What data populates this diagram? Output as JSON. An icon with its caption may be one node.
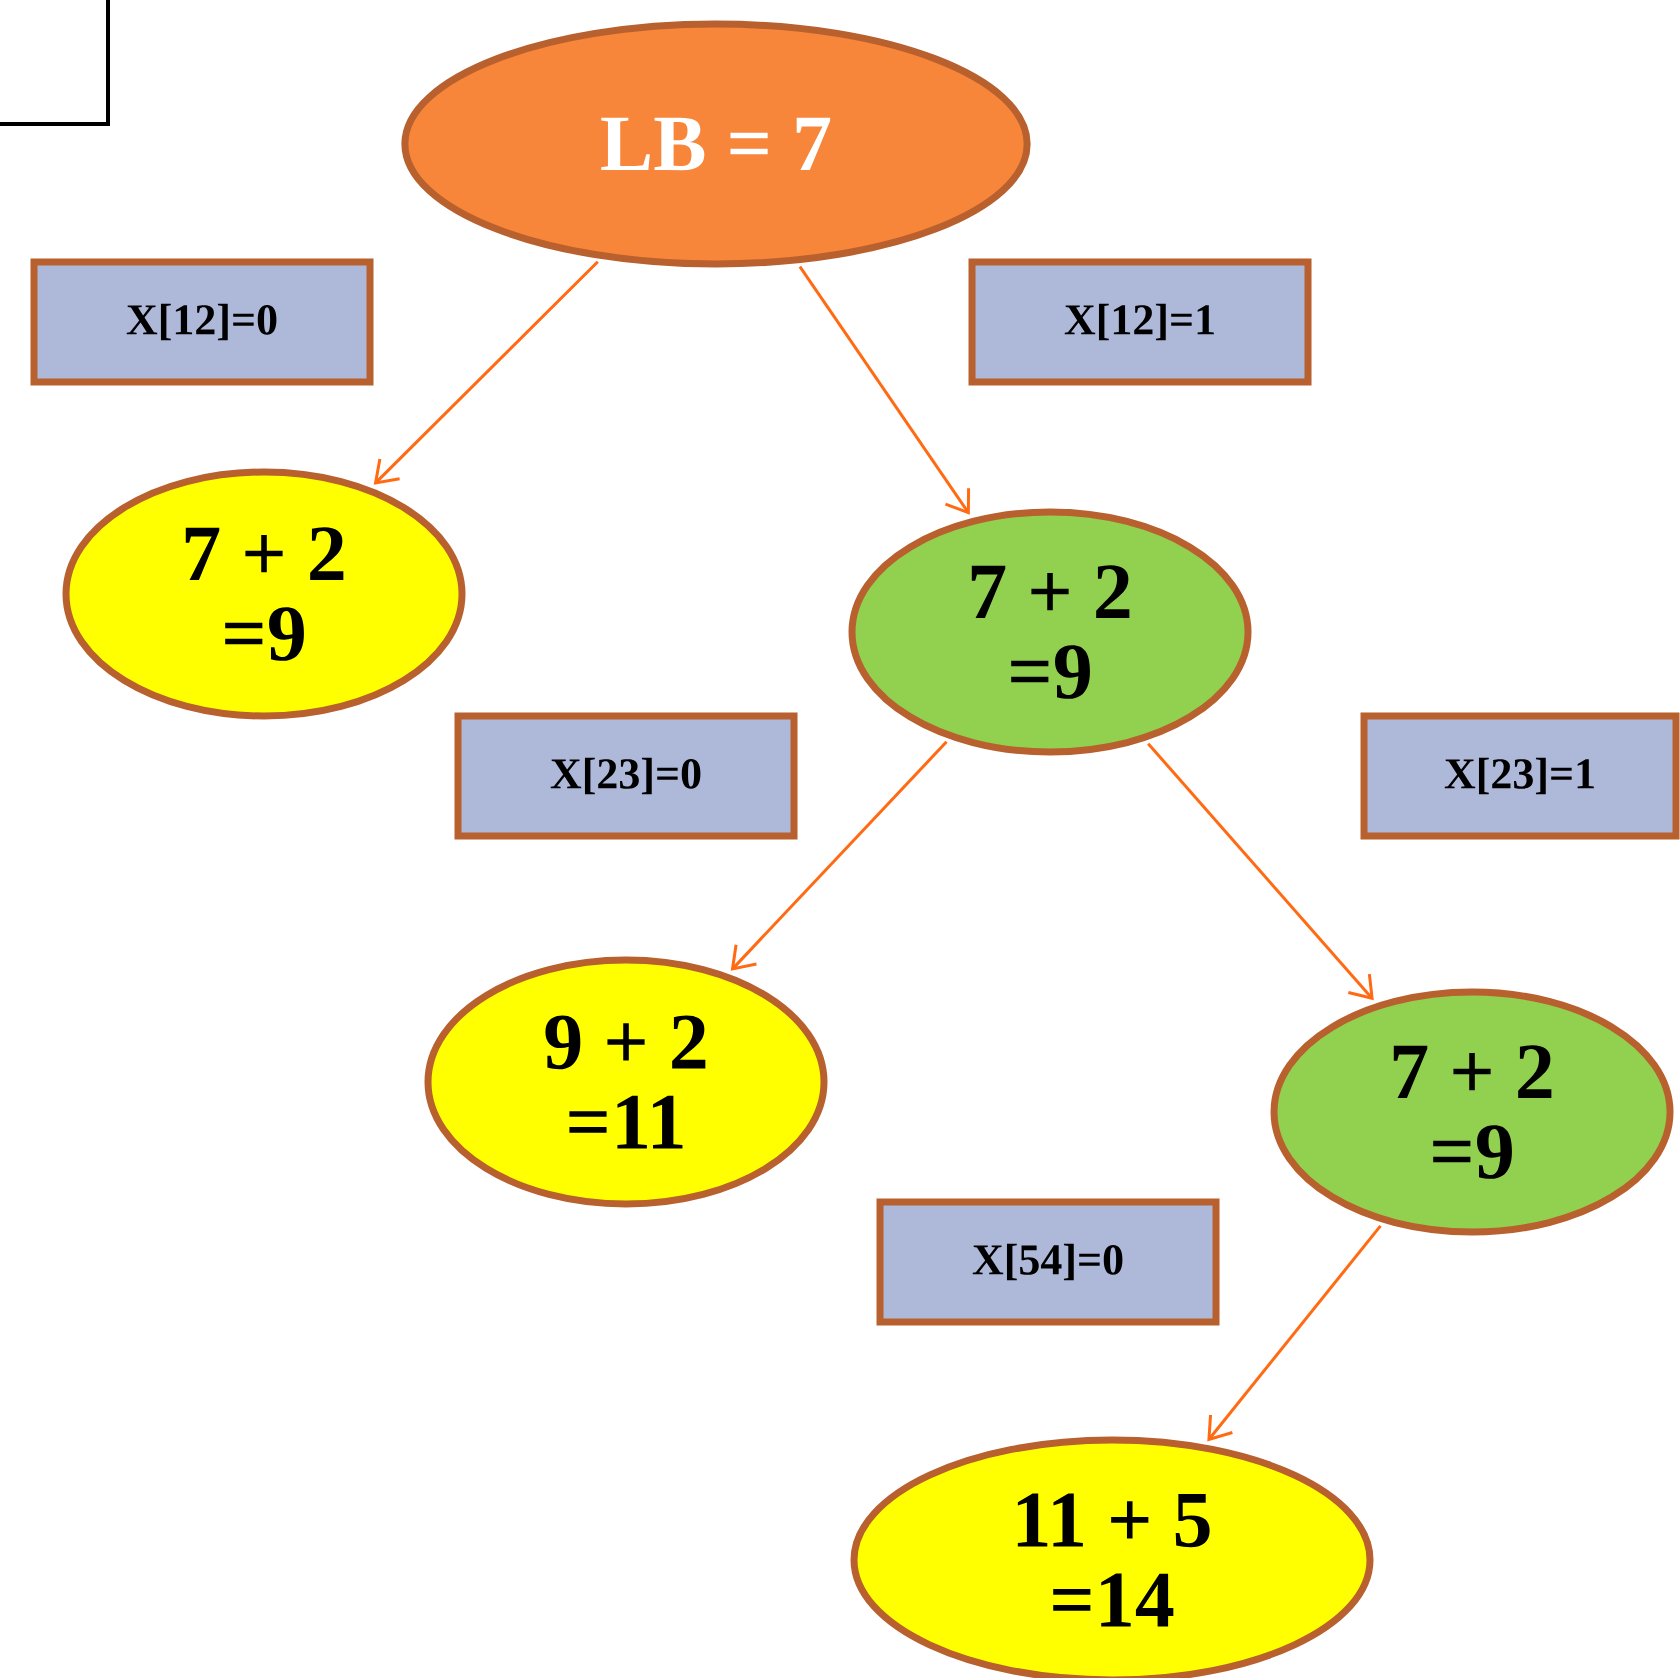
{
  "diagram": {
    "nodes": [
      {
        "text": [
          "LB = 7"
        ]
      },
      {
        "text": [
          "7 + 2 =9"
        ]
      },
      {
        "text": [
          "7 + 2 =9"
        ]
      },
      {
        "text": [
          "9 + 2 =11"
        ]
      },
      {
        "text": [
          "7 + 2 =9"
        ]
      },
      {
        "text": [
          "11 + 5 =14"
        ]
      }
    ],
    "edges": [
      {
        "from": 0,
        "to": 1,
        "arrow": "to",
        "label": "X[12]=0"
      },
      {
        "from": 0,
        "to": 2,
        "arrow": "to",
        "label": "X[12]=1"
      },
      {
        "from": 2,
        "to": 3,
        "arrow": "to",
        "label": "X[23]=0"
      },
      {
        "from": 2,
        "to": 4,
        "arrow": "to",
        "label": "X[23]=1"
      },
      {
        "from": 4,
        "to": 5,
        "arrow": "to",
        "label": "X[54]=0"
      }
    ]
  }
}
